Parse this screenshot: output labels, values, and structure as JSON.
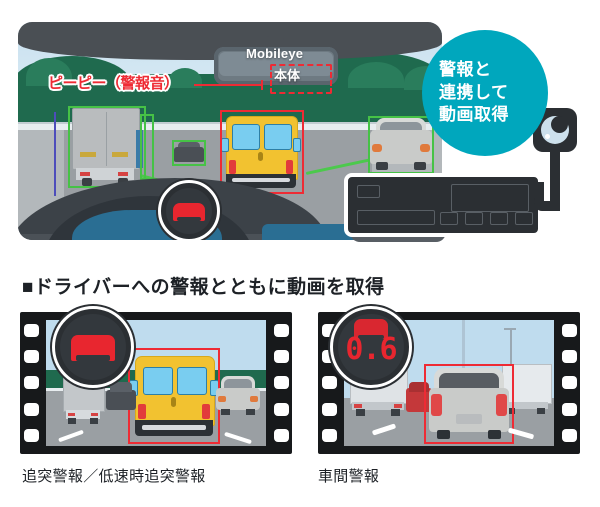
{
  "main_scene": {
    "beep_label": "ピーピー（警報音）",
    "device_brand": "Mobileye",
    "device_unit_label": "本体",
    "callout": {
      "line1": "警報と",
      "line2": "連携して",
      "line3": "動画取得"
    },
    "colors": {
      "alert_red": "#ee2b34",
      "detect_green": "#46c246",
      "callout_teal": "#00a7bd",
      "van_yellow": "#f2c230",
      "device_dark": "#2b2f33"
    }
  },
  "section": {
    "header": "■ドライバーへの警報とともに動画を取得"
  },
  "panels": [
    {
      "caption": "追突警報／低速時追突警報",
      "badge_type": "car-icon",
      "badge_value": "",
      "detected_vehicle": "yellow-van"
    },
    {
      "caption": "車間警報",
      "badge_type": "car-icon-with-value",
      "badge_value": "0.6",
      "detected_vehicle": "silver-minivan"
    }
  ]
}
